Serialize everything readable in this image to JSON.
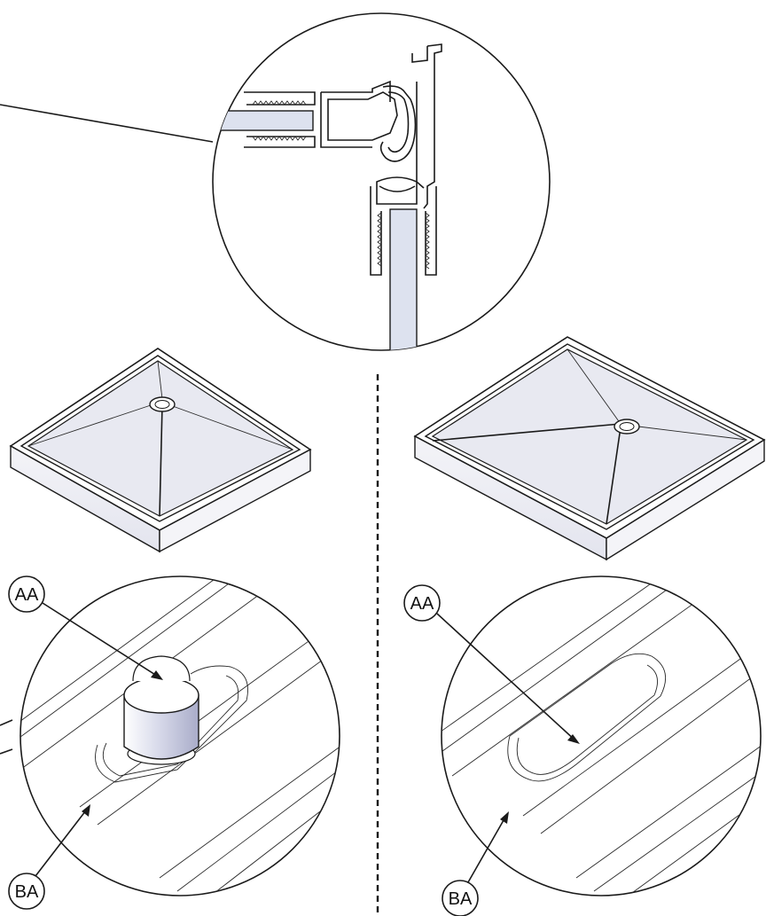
{
  "callouts": {
    "left_top": "AA",
    "left_bottom": "BA",
    "right_top": "AA",
    "right_bottom": "BA"
  },
  "colors": {
    "line": "#1a1a1a",
    "glass_fill": "#dde2ef",
    "tray_fill": "#e6e7ee",
    "plug_fill": "#c9cbe0"
  }
}
